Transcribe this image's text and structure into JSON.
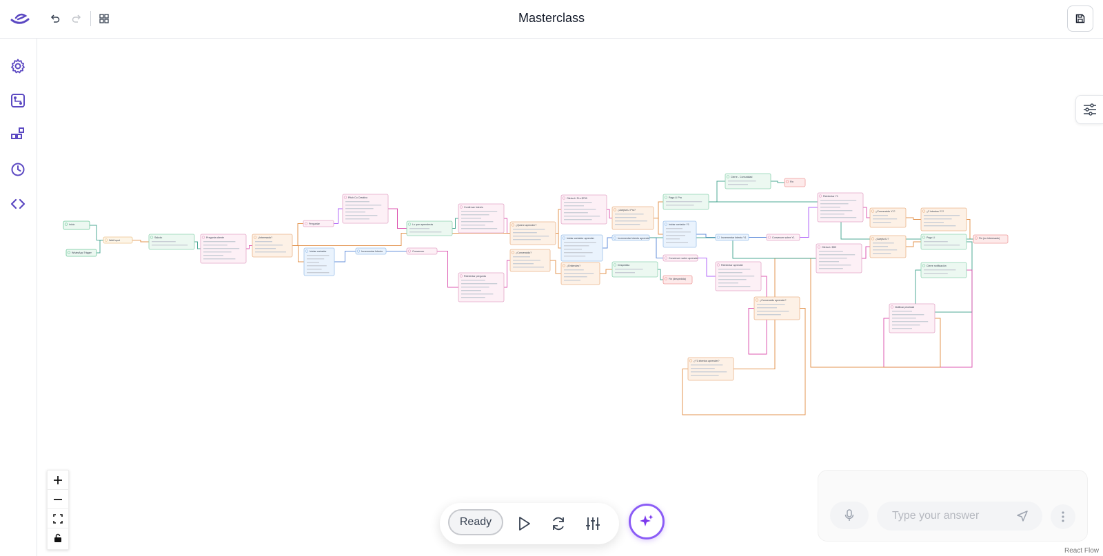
{
  "header": {
    "title": "Masterclass",
    "undo_icon": "undo-icon",
    "redo_icon": "redo-icon",
    "layout_icon": "grid-layout-icon",
    "save_icon": "save-icon"
  },
  "sidebar": {
    "items": [
      {
        "icon": "gear-icon"
      },
      {
        "icon": "flow-icon"
      },
      {
        "icon": "components-icon"
      },
      {
        "icon": "clock-icon"
      },
      {
        "icon": "code-icon"
      }
    ]
  },
  "colors": {
    "accent": "#6d5acf",
    "edge_orange": "#e0893e",
    "edge_teal": "#3a9f8a",
    "edge_purple": "#a855f7",
    "edge_pink": "#d946a8",
    "edge_blue": "#4f7fd6"
  },
  "flow": {
    "nodes": [
      {
        "title": "Inicio",
        "kind": "start"
      },
      {
        "title": "WhatsApp Trigger",
        "kind": "start"
      },
      {
        "title": "Wait Input",
        "kind": "util"
      },
      {
        "title": "Saludo",
        "kind": "message"
      },
      {
        "title": "Pregunta cliente",
        "kind": "ask"
      },
      {
        "title": "¿Interesado?",
        "kind": "cond"
      },
      {
        "title": "Preguntar",
        "kind": "ask"
      },
      {
        "title": "Iniciar contador",
        "kind": "var"
      },
      {
        "title": "Pitch Co Creativo",
        "kind": "ask"
      },
      {
        "title": "Incrementar Intento",
        "kind": "var"
      },
      {
        "title": "Lo que aprenderás",
        "kind": "message"
      },
      {
        "title": "Convencer",
        "kind": "ask"
      },
      {
        "title": "Confirmar Interés",
        "kind": "ask"
      },
      {
        "title": "Reintentar pregunta",
        "kind": "ask"
      },
      {
        "title": "¿Quiere aprender?",
        "kind": "cond"
      },
      {
        "title": "¿Convencido?",
        "kind": "cond"
      },
      {
        "title": "Oferta LI Pro $799",
        "kind": "ask"
      },
      {
        "title": "Iniciar contador aprender",
        "kind": "var"
      },
      {
        "title": "¿Entiendes?",
        "kind": "cond"
      },
      {
        "title": "¿Acepta LI Pro?",
        "kind": "cond"
      },
      {
        "title": "Incrementar Intento aprender",
        "kind": "var"
      },
      {
        "title": "Despedida",
        "kind": "message"
      },
      {
        "title": "Pago LI Pro",
        "kind": "message"
      },
      {
        "title": "Iniciar contador Y1",
        "kind": "var"
      },
      {
        "title": "Convencer sobre aprender",
        "kind": "ask"
      },
      {
        "title": "Fin (despedida)",
        "kind": "end"
      },
      {
        "title": "Cierre - Comunidad",
        "kind": "message"
      },
      {
        "title": "Fin",
        "kind": "end"
      },
      {
        "title": "Incrementar Intento Y1",
        "kind": "var"
      },
      {
        "title": "Reintentar aprender",
        "kind": "ask"
      },
      {
        "title": "Convencer sobre Y1",
        "kind": "ask"
      },
      {
        "title": "¿Convencido aprender?",
        "kind": "cond"
      },
      {
        "title": "Reintentar Y1",
        "kind": "ask"
      },
      {
        "title": "Oferta LI $99",
        "kind": "ask"
      },
      {
        "title": "¿Y1 intentos aprender?",
        "kind": "cond"
      },
      {
        "title": "¿Convencido Y1?",
        "kind": "cond"
      },
      {
        "title": "¿Acepta LI?",
        "kind": "cond"
      },
      {
        "title": "¿2 intentos Y1?",
        "kind": "cond"
      },
      {
        "title": "Pago LI",
        "kind": "message"
      },
      {
        "title": "Cierre notificación",
        "kind": "message"
      },
      {
        "title": "Notificar prioridad",
        "kind": "ask"
      },
      {
        "title": "Fin (no interesado)",
        "kind": "end"
      }
    ]
  },
  "controls": {
    "status": "Ready",
    "play_icon": "play-icon",
    "refresh_icon": "refresh-icon",
    "tune_icon": "sliders-icon",
    "ai_icon": "sparkle-icon"
  },
  "chat": {
    "placeholder": "Type your answer",
    "mic_icon": "microphone-icon",
    "send_icon": "send-icon",
    "more_icon": "more-vertical-icon"
  },
  "zoom": {
    "zoom_in_icon": "plus-icon",
    "zoom_out_icon": "minus-icon",
    "fit_icon": "fit-view-icon",
    "lock_icon": "lock-icon"
  },
  "attribution": "React Flow"
}
